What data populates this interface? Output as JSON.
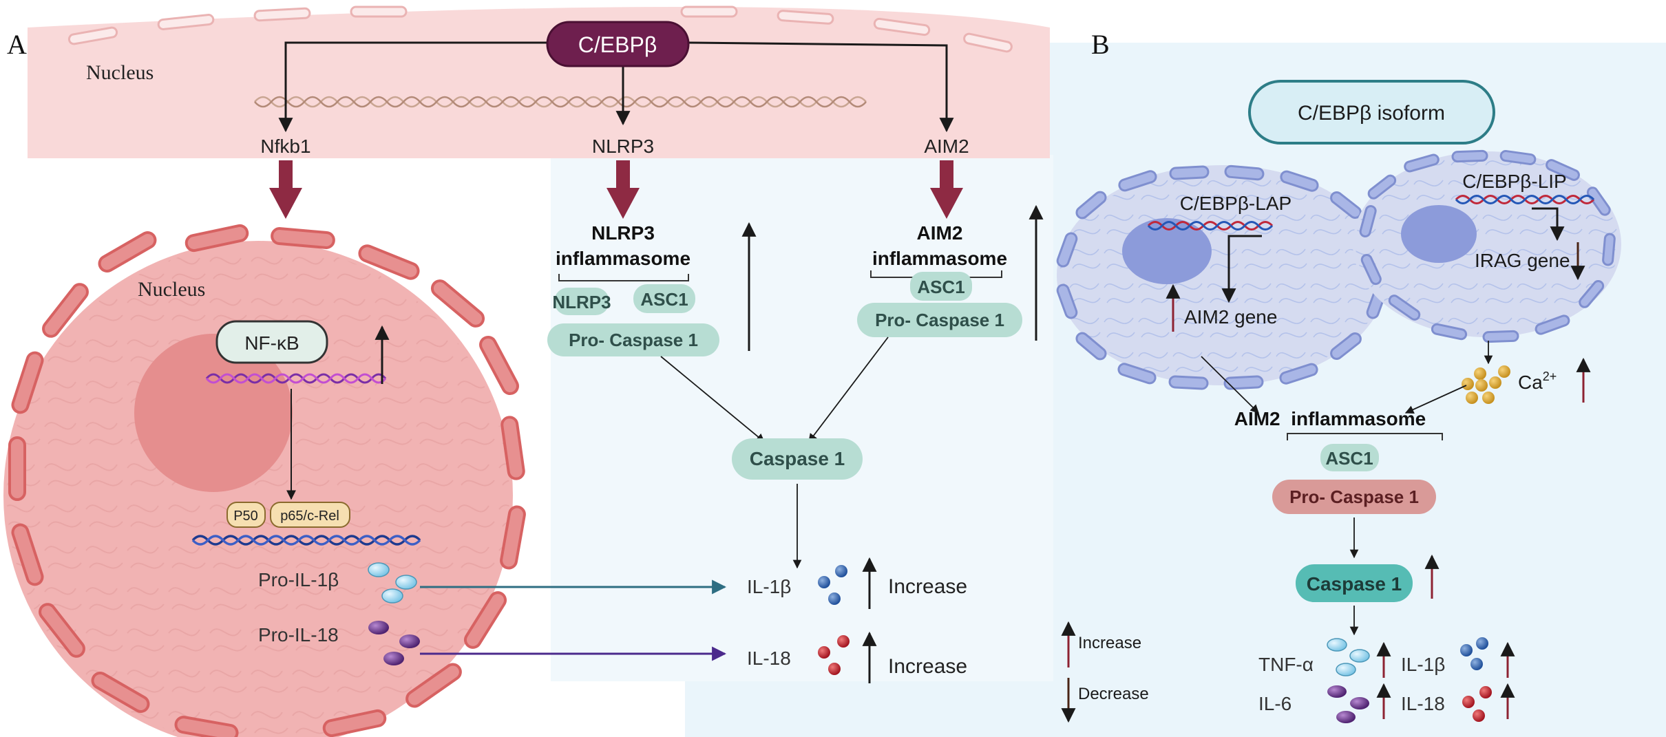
{
  "panels": {
    "a": "A",
    "b": "B"
  },
  "top": {
    "factor": "C/EBPβ",
    "nucleus_label": "Nucleus",
    "genes": [
      "Nfkb1",
      "NLRP3",
      "AIM2"
    ]
  },
  "cell_a": {
    "nucleus_label": "Nucleus",
    "nfkb": "NF-κB",
    "p50": "P50",
    "p65": "p65/c-Rel",
    "pro_il1b": "Pro-IL-1β",
    "pro_il18": "Pro-IL-18"
  },
  "middle": {
    "nlrp3_title_1": "NLRP3",
    "nlrp3_title_2": "inflammasome",
    "nlrp3_part": "NLRP3",
    "asc1": "ASC1",
    "pro_caspase": "Pro- Caspase 1",
    "aim2_title_1": "AIM2",
    "aim2_title_2": "inflammasome",
    "caspase1": "Caspase 1",
    "il1b": "IL-1β",
    "il18": "IL-18",
    "increase": "Increase"
  },
  "panel_b": {
    "isoform": "C/EBPβ isoform",
    "lap": "C/EBPβ-LAP",
    "aim2_gene": "AIM2 gene",
    "lip": "C/EBPβ-LIP",
    "irag_gene": "IRAG gene",
    "ca": "Ca",
    "ca_sup": "2+",
    "aim2_infl": "AIM2  inflammasome",
    "asc1": "ASC1",
    "pro_caspase": "Pro- Caspase 1",
    "caspase1": "Caspase 1",
    "tnf": "TNF-α",
    "il1b": "IL-1β",
    "il6": "IL-6",
    "il18": "IL-18"
  },
  "legend": {
    "increase": "Increase",
    "decrease": "Decrease"
  },
  "colors": {
    "cebpb": "#6e1f4e",
    "thick_arrow": "#8e2a43",
    "teal_pill": "#b7ddd3",
    "teal_dark": "#56bcb4",
    "salmon_pill": "#d99a98",
    "cell_fill": "#f1b3b3",
    "membrane": "#e07474",
    "dark_red": "#8d2232",
    "dark_brown": "#4a2516"
  }
}
